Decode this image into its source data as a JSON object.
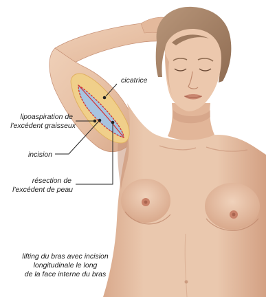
{
  "labels": {
    "cicatrice": "cicatrice",
    "lipo_line1": "lipoaspiration de",
    "lipo_line2": "l'excédent graisseux",
    "incision": "incision",
    "resection_line1": "résection de",
    "resection_line2": "l'excédent de peau"
  },
  "caption": {
    "line1": "lifting du bras avec incision",
    "line2": "longitudinale le long",
    "line3": "de la face interne du bras"
  },
  "colors": {
    "skin": "#e8c3a8",
    "skin_shadow": "#c99479",
    "skin_dark": "#b47e63",
    "hair": "#a88468",
    "fat_zone": "#f0cf8a",
    "resection_zone": "#a8c4e0",
    "incision_line": "#d32f2f",
    "leader_line": "#222222",
    "text": "#1a1a1a"
  }
}
